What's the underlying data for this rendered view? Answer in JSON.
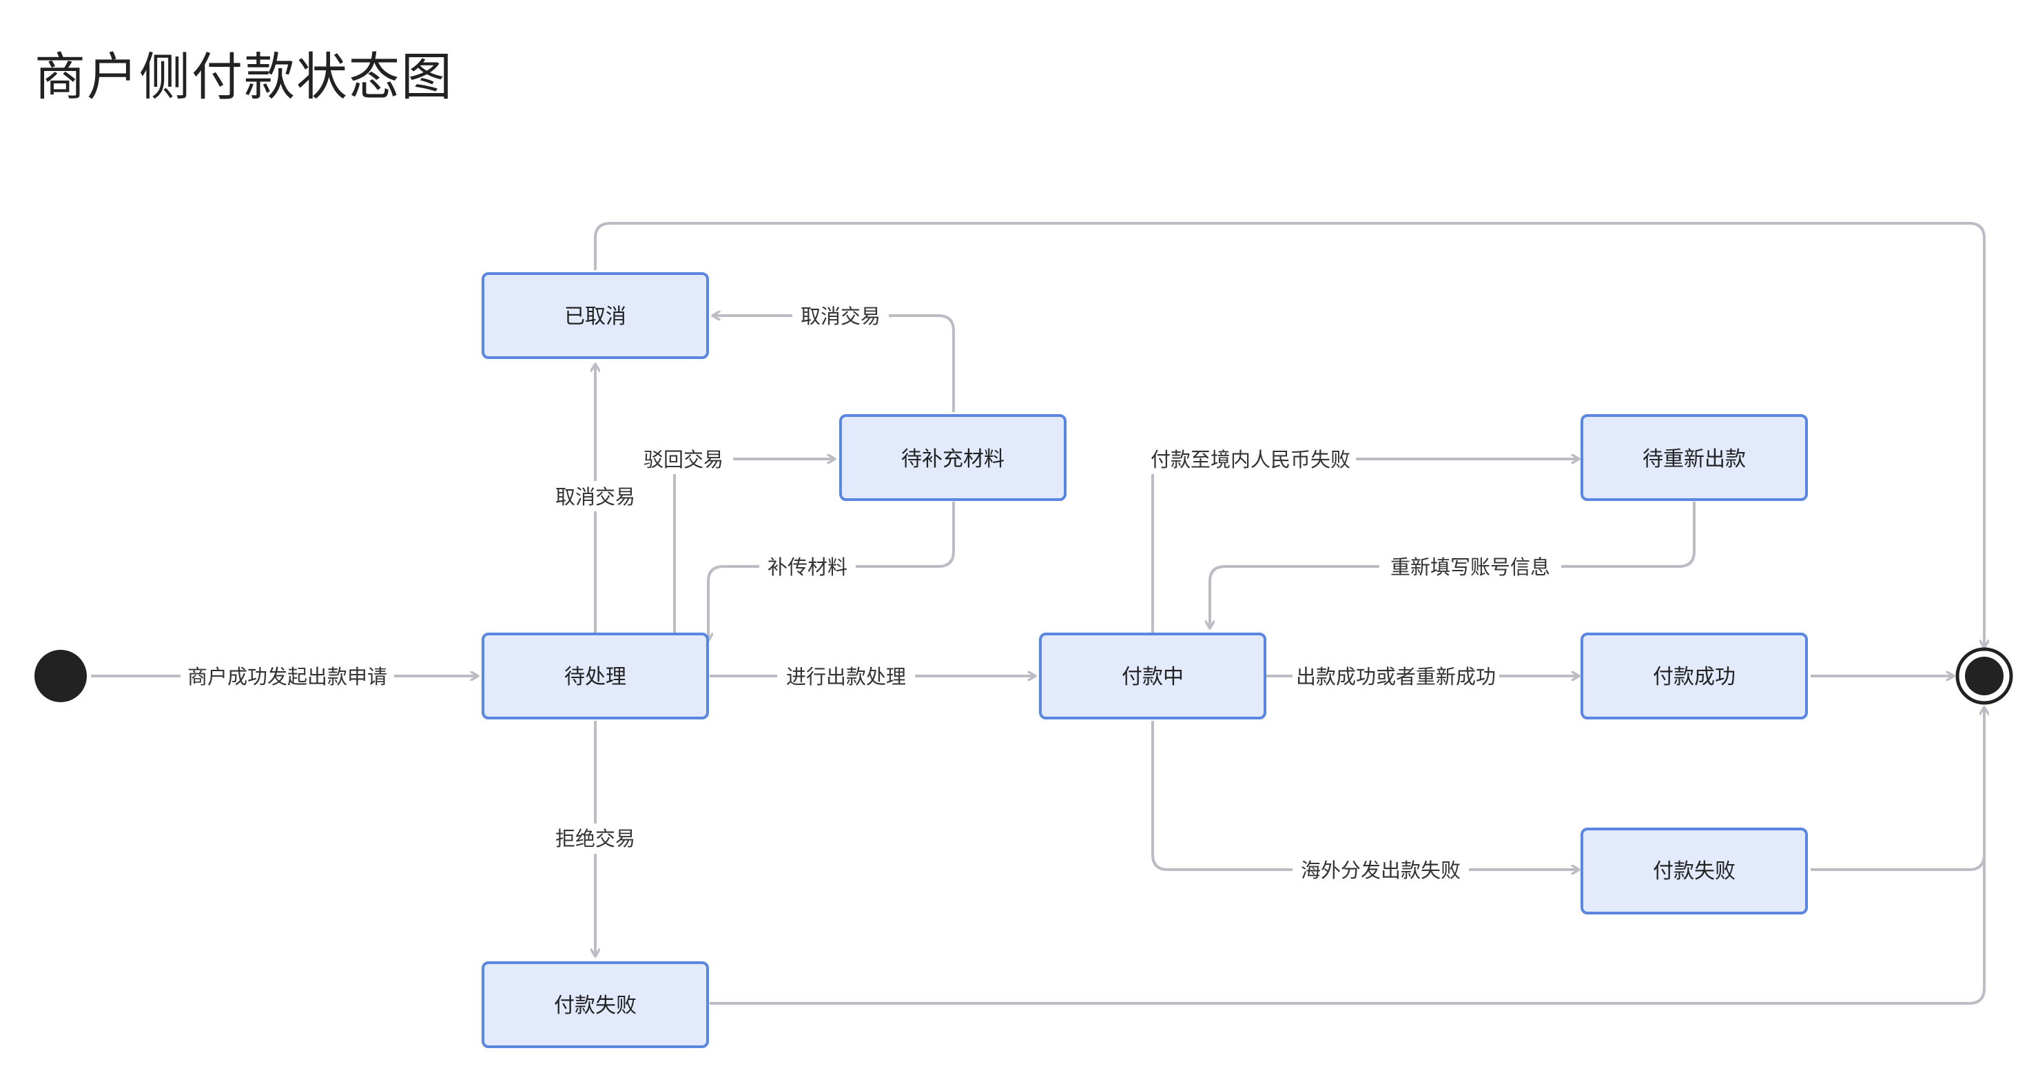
{
  "title": "商户侧付款状态图",
  "colors": {
    "state_fill": "#e2eafc",
    "state_border": "#5b86e0",
    "edge": "#bcbcc4",
    "terminal": "#222222"
  },
  "states": {
    "cancelled": "已取消",
    "awaiting_materials": "待补充材料",
    "awaiting_repayout": "待重新出款",
    "pending": "待处理",
    "paying": "付款中",
    "success": "付款成功",
    "failed_overseas": "付款失败",
    "failed_rejected": "付款失败"
  },
  "transitions": {
    "start_to_pending": "商户成功发起出款申请",
    "materials_to_cancelled": "取消交易",
    "pending_to_cancelled": "取消交易",
    "pending_to_materials": "驳回交易",
    "materials_to_pending": "补传材料",
    "pending_to_paying": "进行出款处理",
    "paying_to_repayout": "付款至境内人民币失败",
    "repayout_to_paying": "重新填写账号信息",
    "paying_to_success": "出款成功或者重新成功",
    "paying_to_failed": "海外分发出款失败",
    "pending_to_rejected": "拒绝交易"
  }
}
